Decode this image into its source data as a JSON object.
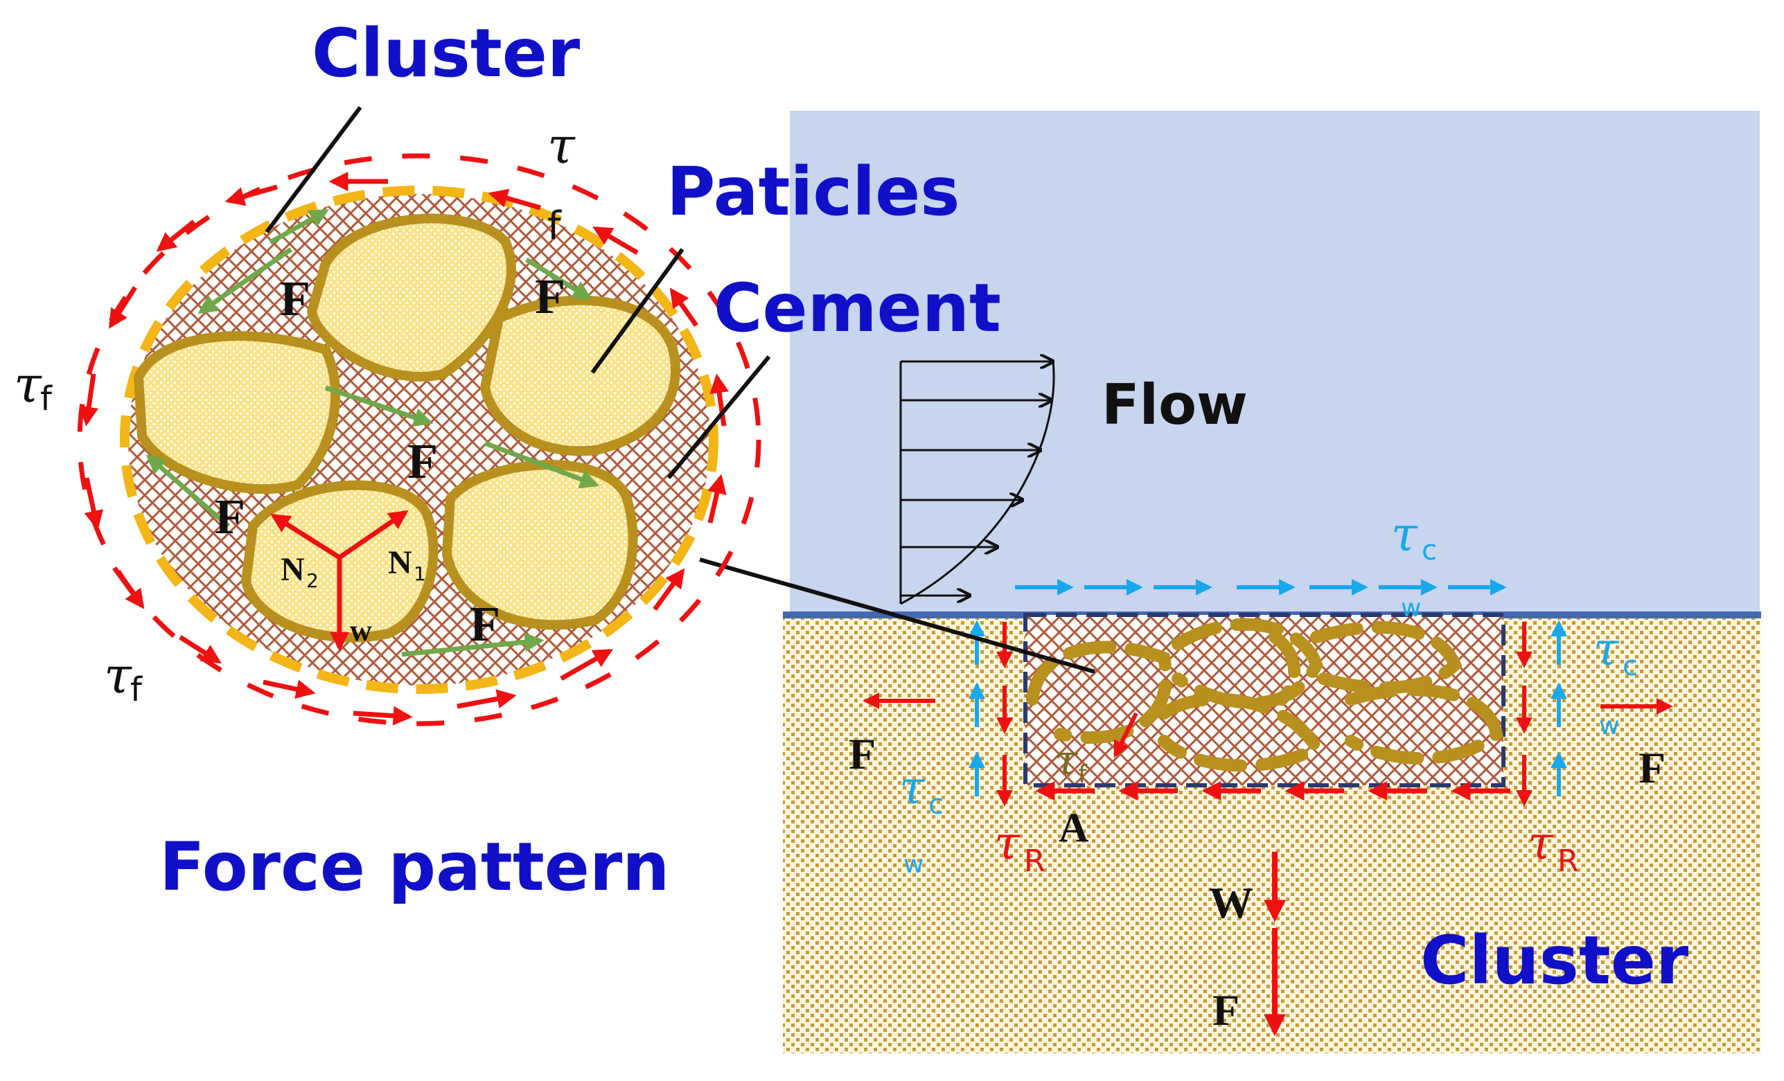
{
  "labels": {
    "cluster_top": "Cluster",
    "particles": "Paticles",
    "cement": "Cement",
    "flow": "Flow",
    "force_pattern": "Force pattern",
    "cluster_bottom": "Cluster"
  },
  "symbols": {
    "tau": "τ",
    "f": "f",
    "c": "c",
    "w": "w",
    "R": "R",
    "F": "F",
    "W": "W",
    "A": "A",
    "N1": "N",
    "N1_sub": "1",
    "N2": "N",
    "N2_sub": "2",
    "w_lower": "w"
  },
  "colors": {
    "water": "#c7d5ee",
    "sediment_dot": "#c89a3a",
    "cement_hatch": "#b05a3a",
    "particle_fill": "#fbe38a",
    "particle_edge": "#b8901e",
    "red_arrow": "#ee1111",
    "blue_arrow": "#18a8ee",
    "green_arrow": "#6fa84a",
    "orange_dash": "#f3b616",
    "label_blue": "#1010c8",
    "bed_line": "#4468b0"
  }
}
